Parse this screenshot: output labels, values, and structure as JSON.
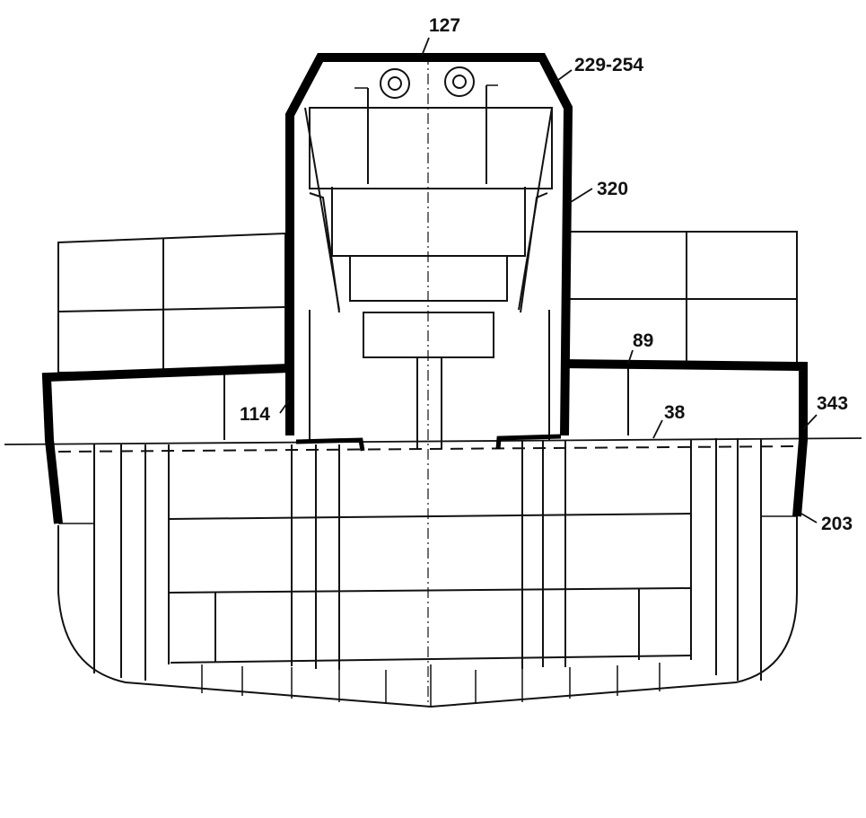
{
  "colors": {
    "line": "#111111",
    "armor": "#000000",
    "background": "#ffffff"
  },
  "labels": {
    "top_plate": "127",
    "slope": "229-254",
    "side_wall": "320",
    "inner_wall": "114",
    "deck_upper": "89",
    "deck_lower": "38",
    "belt": "343",
    "belt_lower": "203"
  }
}
